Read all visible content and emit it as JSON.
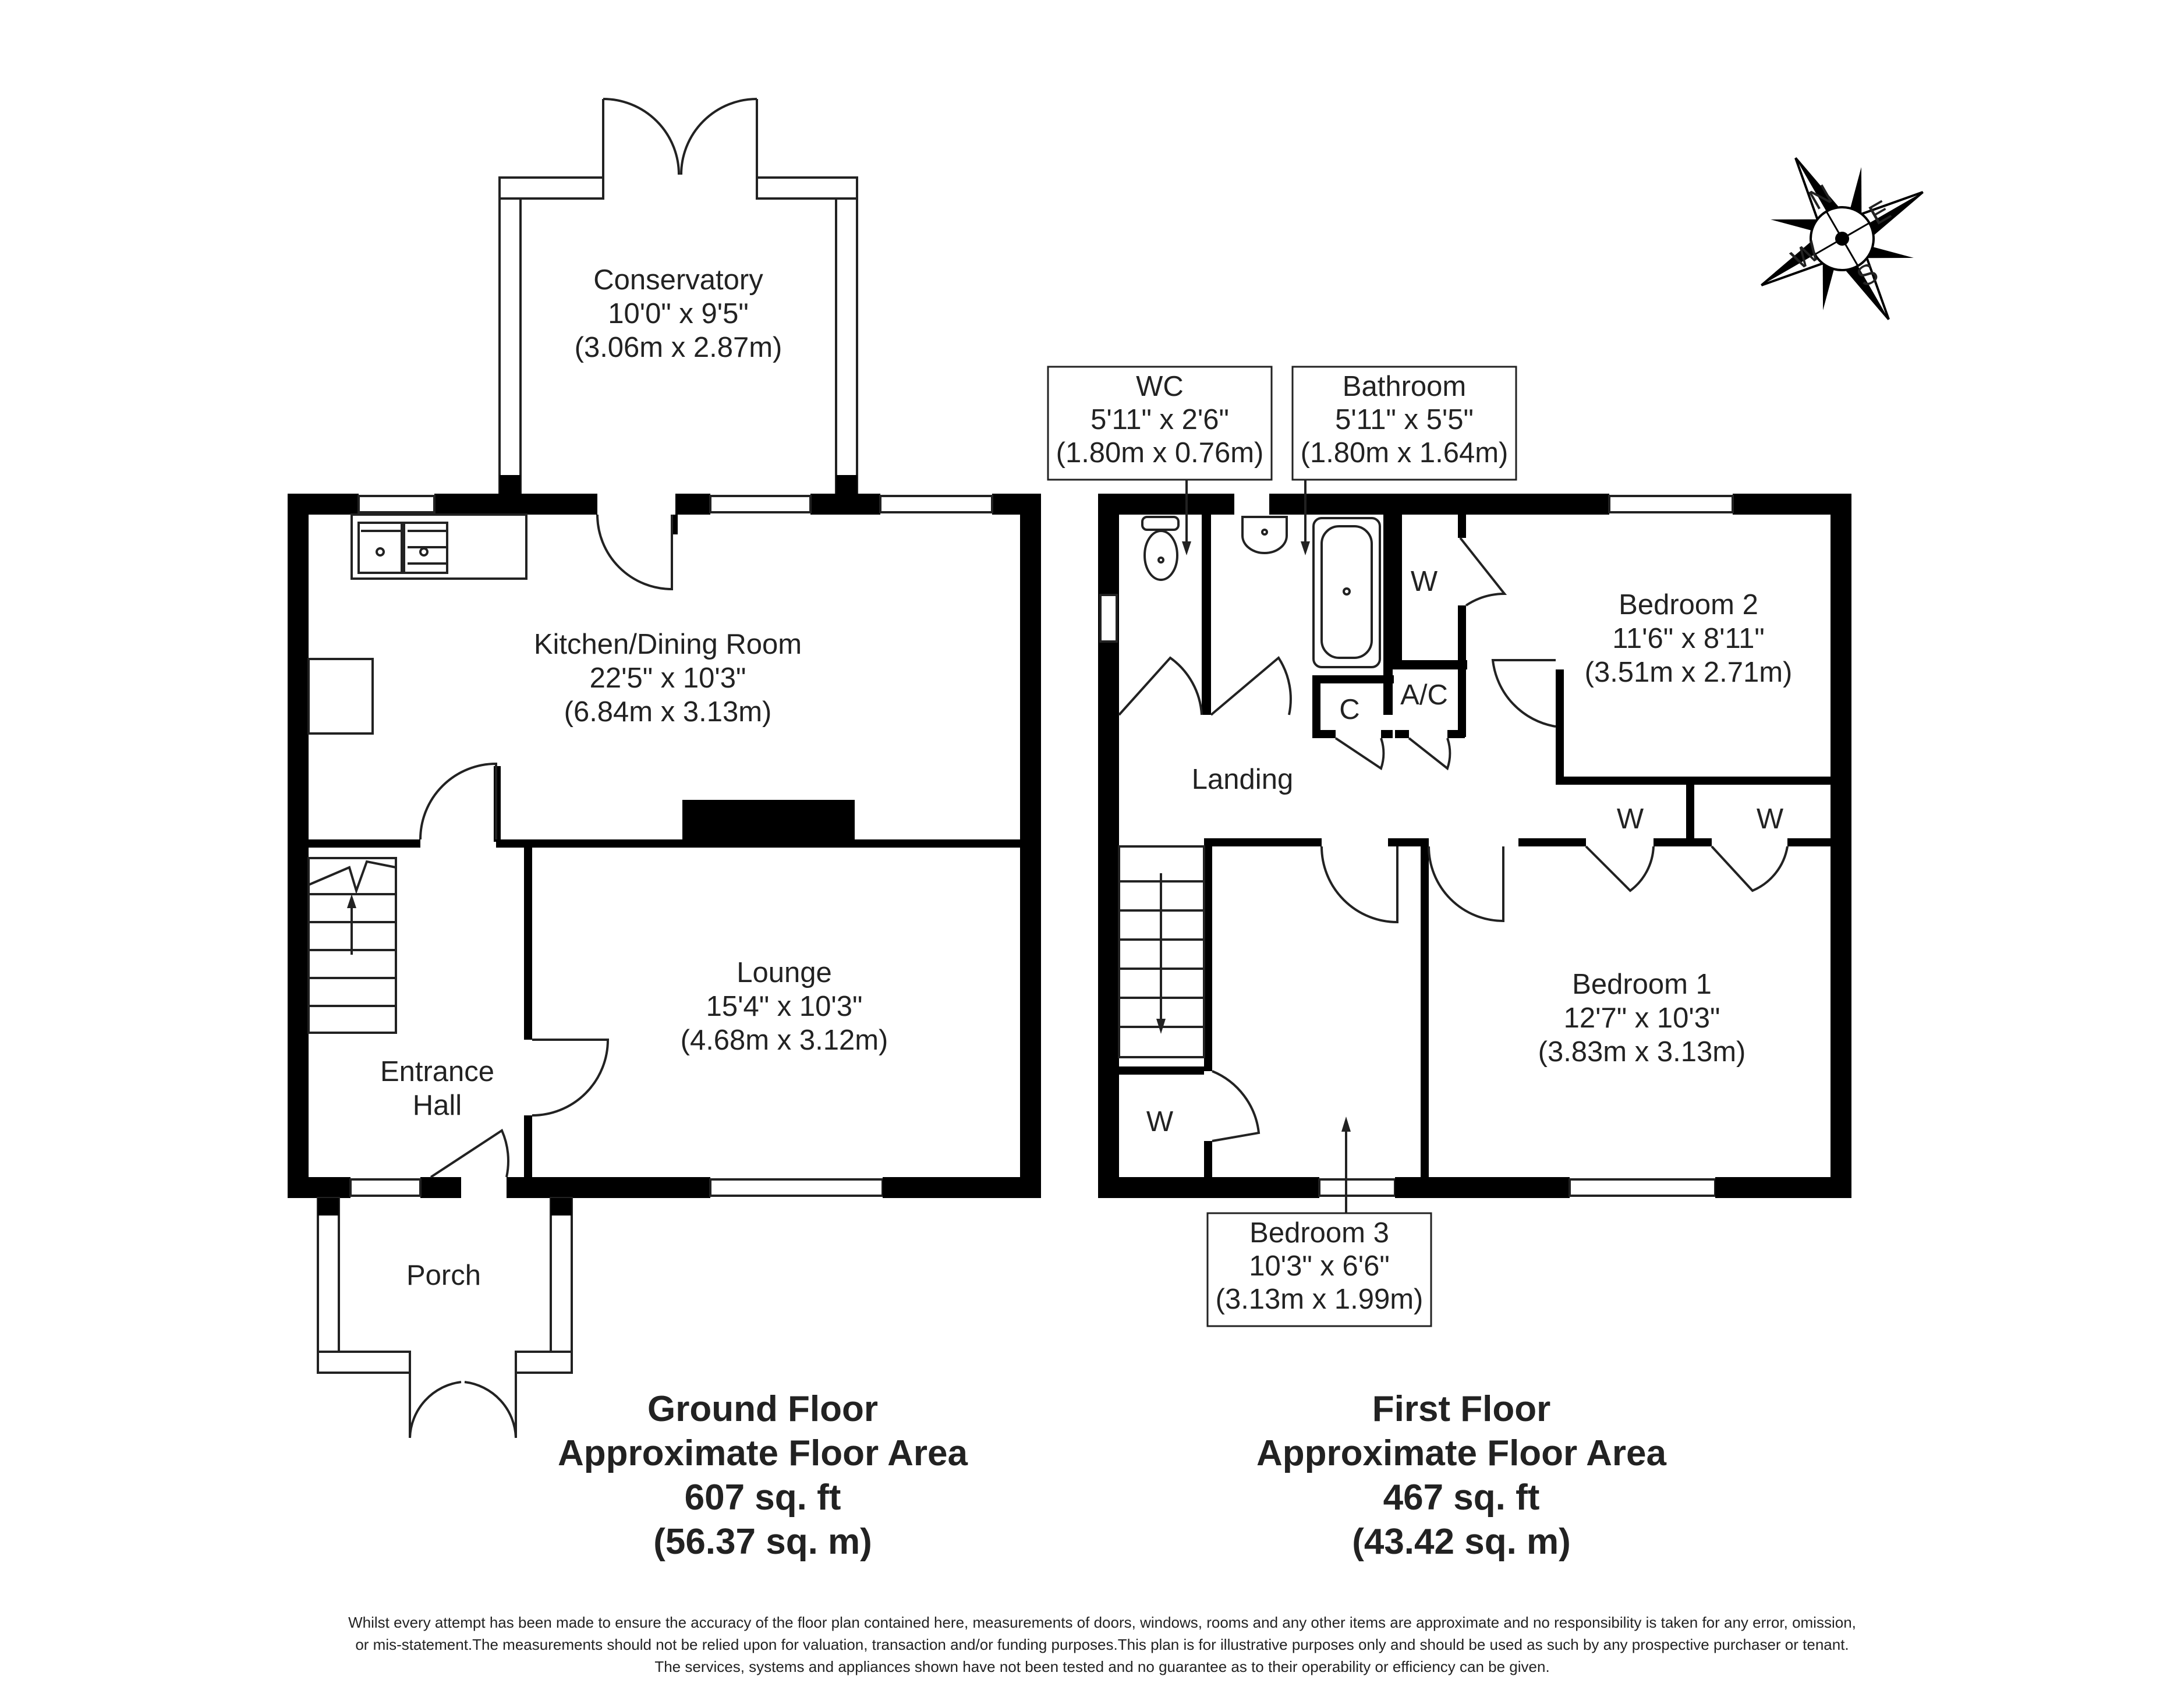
{
  "ground_floor": {
    "conservatory": {
      "name": "Conservatory",
      "imperial": "10'0\" x 9'5\"",
      "metric": "(3.06m x 2.87m)"
    },
    "kitchen": {
      "name": "Kitchen/Dining Room",
      "imperial": "22'5\" x 10'3\"",
      "metric": "(6.84m x 3.13m)"
    },
    "lounge": {
      "name": "Lounge",
      "imperial": "15'4\" x 10'3\"",
      "metric": "(4.68m x 3.12m)"
    },
    "entrance_hall": {
      "line1": "Entrance",
      "line2": "Hall"
    },
    "porch": {
      "name": "Porch"
    },
    "summary": {
      "line1": "Ground Floor",
      "line2": "Approximate Floor Area",
      "line3": "607 sq. ft",
      "line4": "(56.37 sq. m)"
    }
  },
  "first_floor": {
    "wc": {
      "name": "WC",
      "imperial": "5'11\" x 2'6\"",
      "metric": "(1.80m x 0.76m)"
    },
    "bathroom": {
      "name": "Bathroom",
      "imperial": "5'11\" x 5'5\"",
      "metric": "(1.80m x 1.64m)"
    },
    "bedroom2": {
      "name": "Bedroom 2",
      "imperial": "11'6\" x 8'11\"",
      "metric": "(3.51m x 2.71m)"
    },
    "bedroom1": {
      "name": "Bedroom 1",
      "imperial": "12'7\" x 10'3\"",
      "metric": "(3.83m x 3.13m)"
    },
    "bedroom3": {
      "name": "Bedroom 3",
      "imperial": "10'3\" x 6'6\"",
      "metric": "(3.13m x 1.99m)"
    },
    "landing": {
      "name": "Landing"
    },
    "cupboards": {
      "w": "W",
      "c": "C",
      "ac": "A/C"
    },
    "summary": {
      "line1": "First Floor",
      "line2": "Approximate Floor Area",
      "line3": "467 sq. ft",
      "line4": "(43.42 sq. m)"
    }
  },
  "compass": {
    "n": "N",
    "e": "E",
    "s": "S",
    "w": "W"
  },
  "disclaimer": {
    "line1": "Whilst every attempt has been made to ensure the accuracy of the floor plan contained here, measurements of doors, windows, rooms and any other items are approximate and no responsibility is taken for any error, omission,",
    "line2": "or mis-statement.The measurements should not be relied upon for valuation, transaction and/or funding purposes.This plan is for illustrative purposes only and should be used as such by any prospective purchaser or tenant.",
    "line3": "The services, systems and appliances shown have not been tested and no guarantee as to their operability or efficiency can be given."
  }
}
